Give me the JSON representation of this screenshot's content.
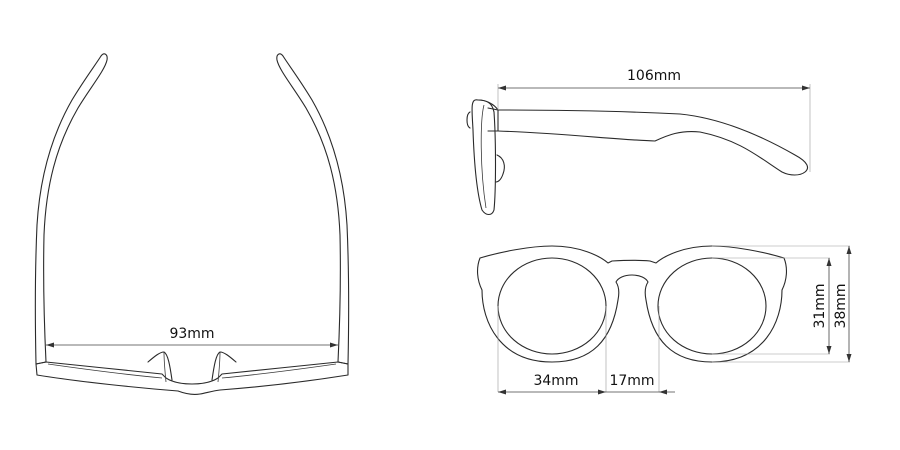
{
  "diagram": {
    "subject": "Sunglasses dimensions",
    "views": {
      "top_view": {
        "dimension_label": "93mm",
        "measure": "temple width"
      },
      "side_view": {
        "dimension_label": "106mm",
        "measure": "temple length"
      },
      "front_view": {
        "lens_width_label": "34mm",
        "bridge_width_label": "17mm",
        "lens_height_label": "31mm",
        "frame_height_label": "38mm"
      }
    },
    "colors": {
      "line": "#2a2a2a",
      "extension_line": "#9a9a9a",
      "background": "#ffffff"
    }
  }
}
